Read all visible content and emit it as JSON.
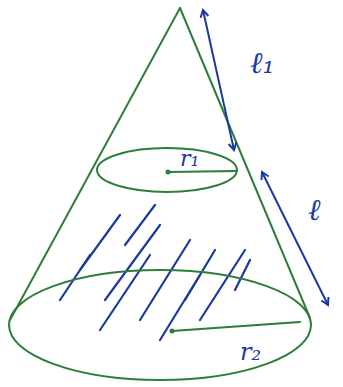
{
  "diagram": {
    "labels": [
      "ℓ₁",
      "ℓ",
      "r₁",
      "r₂"
    ]
  }
}
